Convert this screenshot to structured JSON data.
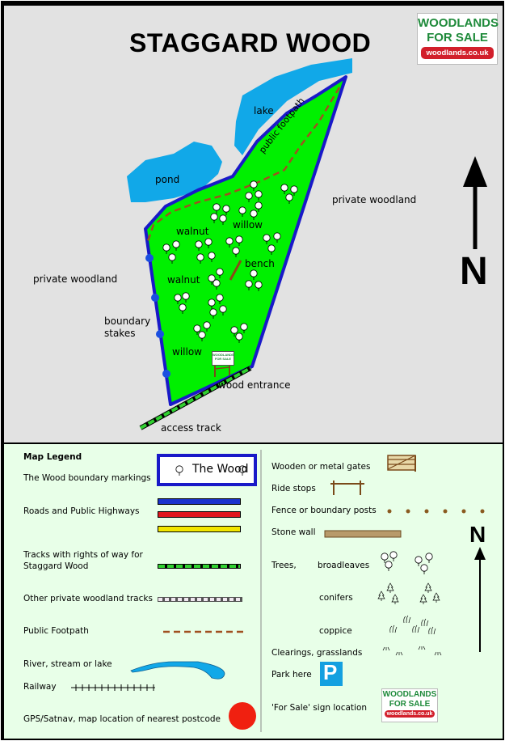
{
  "map": {
    "title": "STAGGARD WOOD",
    "labels": {
      "lake": "lake",
      "pond": "pond",
      "public_footpath": "public footpath",
      "private_woodland_east": "private woodland",
      "private_woodland_west": "private woodland",
      "walnut_1": "walnut",
      "walnut_2": "walnut",
      "willow_1": "willow",
      "willow_2": "willow",
      "bench": "bench",
      "boundary_stakes_1": "boundary",
      "boundary_stakes_2": "stakes",
      "wood_entrance": "wood entrance",
      "access_track": "access track"
    },
    "north": "N"
  },
  "logo": {
    "line1": "WOODLANDS",
    "line2": "FOR SALE",
    "url": "woodlands.co.uk"
  },
  "sign": {
    "line1": "WOODLANDS",
    "line2": "FOR SALE"
  },
  "legend": {
    "title": "Map Legend",
    "wood_boundary": "The Wood boundary markings",
    "wood_box": "The Wood",
    "roads": "Roads and Public Highways",
    "tracks_1": "Tracks with rights of way for",
    "tracks_2": "Staggard Wood",
    "other_tracks": "Other private woodland tracks",
    "footpath": "Public Footpath",
    "river": "River, stream or lake",
    "railway": "Railway",
    "gps": "GPS/Satnav, map location of nearest postcode",
    "gates": "Wooden or metal gates",
    "ride_stops": "Ride stops",
    "fence": "Fence or boundary posts",
    "stone_wall": "Stone wall",
    "trees": "Trees,",
    "broadleaves": "broadleaves",
    "conifers": "conifers",
    "coppice": "coppice",
    "clearings": "Clearings, grasslands",
    "park": "Park here",
    "park_symbol": "P",
    "for_sale": "'For Sale'  sign location",
    "north": "N"
  },
  "colors": {
    "wood_fill": "#00f000",
    "boundary": "#1919c8",
    "water": "#11a8e8",
    "footpath": "#a05020",
    "map_bg": "#e2e2e2",
    "legend_bg": "#e8ffe8",
    "road_blue": "#1a33cc",
    "road_red": "#e0181e",
    "road_yellow": "#f2e600",
    "postcode_red": "#f02010",
    "logo_green": "#1e8a3a",
    "logo_red": "#d21f2b"
  }
}
